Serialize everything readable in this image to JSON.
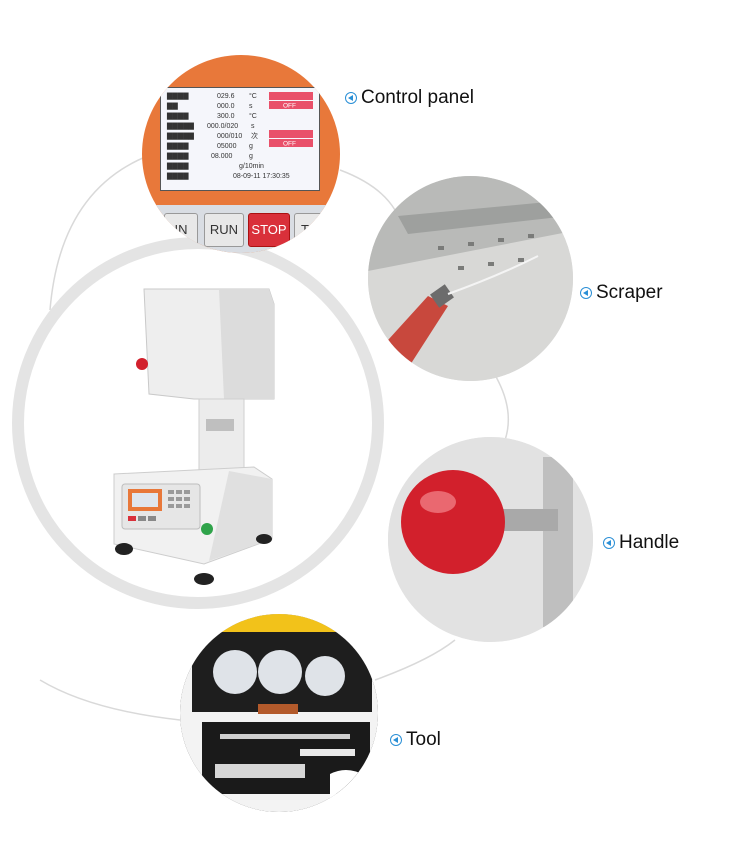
{
  "labels": {
    "control_panel": "Control panel",
    "scraper": "Scraper",
    "handle": "Handle",
    "tool": "Tool"
  },
  "control_panel_screen": {
    "rows": [
      {
        "name": "",
        "value": "029.6",
        "unit": "°C"
      },
      {
        "name": "",
        "value": "000.0",
        "unit": "s"
      },
      {
        "name": "",
        "value": "300.0",
        "unit": "°C"
      },
      {
        "name": "",
        "value": "000.0/020",
        "unit": "s"
      },
      {
        "name": "",
        "value": "000/010",
        "unit": "次"
      },
      {
        "name": "",
        "value": "05000",
        "unit": "g"
      },
      {
        "name": "",
        "value": "08.000",
        "unit": "g"
      },
      {
        "name": "",
        "value": "",
        "unit": "g/10min"
      },
      {
        "name": "",
        "value": "08-09-11  17:30:35",
        "unit": ""
      }
    ],
    "status_off_1": "OFF",
    "status_off_2": "OFF"
  },
  "control_panel_buttons": {
    "left_partial": "IN",
    "run": "RUN",
    "stop": "STOP",
    "right_partial": "T"
  },
  "colors": {
    "accent_icon": "#2a8fd6",
    "machine_orange": "#e8783a",
    "stop_red": "#d9303a",
    "handle_red": "#d2202c",
    "case_yellow": "#f2c21a"
  }
}
